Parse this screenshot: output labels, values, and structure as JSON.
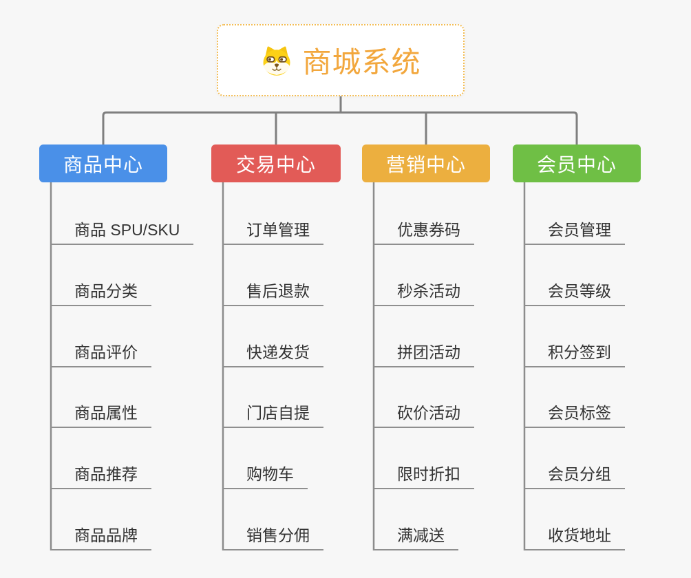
{
  "page": {
    "background": "#f7f7f7"
  },
  "root": {
    "title": "商城系统",
    "icon": "shiba-dog-icon",
    "title_color": "#f2a73d",
    "border_color": "#f3bd55"
  },
  "connectors": {
    "tree_color": "#7f7f7f",
    "rail_color": "#8c8c8c",
    "underline_color": "#8f8f8f"
  },
  "leaf_text_color": "#333333",
  "branches": [
    {
      "label": "商品中心",
      "color": "#4a90e8",
      "children": [
        "商品 SPU/SKU",
        "商品分类",
        "商品评价",
        "商品属性",
        "商品推荐",
        "商品品牌"
      ]
    },
    {
      "label": "交易中心",
      "color": "#e25b57",
      "children": [
        "订单管理",
        "售后退款",
        "快递发货",
        "门店自提",
        "购物车",
        "销售分佣"
      ]
    },
    {
      "label": "营销中心",
      "color": "#ecaf3f",
      "children": [
        "优惠券码",
        "秒杀活动",
        "拼团活动",
        "砍价活动",
        "限时折扣",
        "满减送"
      ]
    },
    {
      "label": "会员中心",
      "color": "#6fbf45",
      "children": [
        "会员管理",
        "会员等级",
        "积分签到",
        "会员标签",
        "会员分组",
        "收货地址"
      ]
    }
  ]
}
